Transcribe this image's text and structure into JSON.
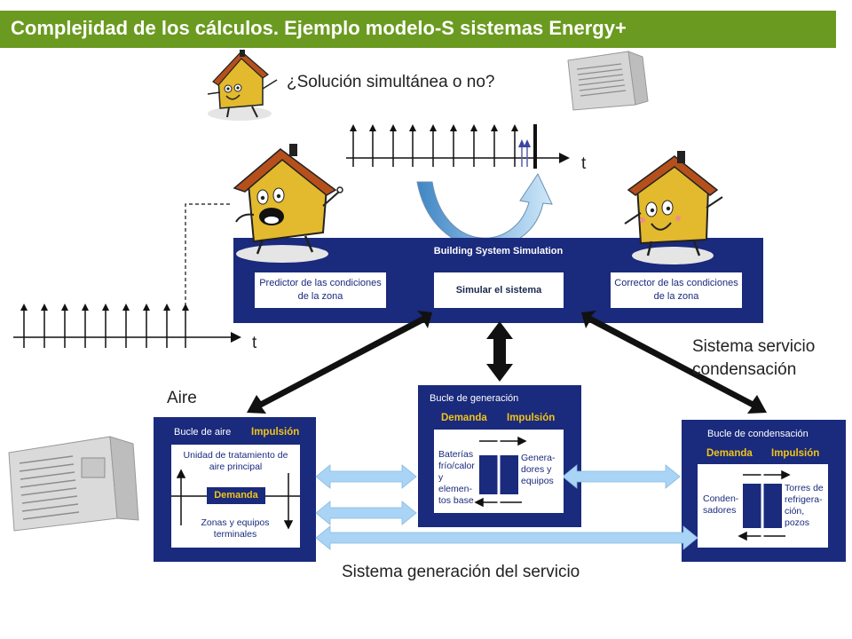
{
  "title": "Complejidad de los cálculos. Ejemplo modelo-S sistemas Energy+",
  "question": "¿Solución simultánea o no?",
  "time_label": "t",
  "bss": {
    "title": "Building System Simulation",
    "predictor": "Predictor de las condiciones de la zona",
    "simulate": "Simular el sistema",
    "corrector": "Corrector de las condiciones de la zona"
  },
  "labels": {
    "aire": "Aire",
    "servicio_condensacion": "Sistema servicio condensación",
    "generacion_servicio": "Sistema generación del servicio"
  },
  "air_loop": {
    "title": "Bucle de aire",
    "impulsion": "Impulsión",
    "unit": "Unidad de tratamiento de aire principal",
    "demanda": "Demanda",
    "zones": "Zonas y equipos terminales"
  },
  "gen_loop": {
    "title": "Bucle de generación",
    "demanda": "Demanda",
    "impulsion": "Impulsión",
    "left": "Baterías frío/calor y elemen- tos base",
    "right": "Genera- dores y equipos"
  },
  "cond_loop": {
    "title": "Bucle de condensación",
    "demanda": "Demanda",
    "impulsion": "Impulsión",
    "left": "Conden- sadores",
    "right": "Torres de refrigera- ción, pozos"
  },
  "colors": {
    "title_bar": "#6a9a1f",
    "panel": "#1a2a7c",
    "accent_text": "#f0c419",
    "link_arrow": "#a9d4f5",
    "house": "#e3b92e",
    "roof": "#b5501c"
  },
  "icons": [
    "house-character-icon",
    "air-conditioner-icon",
    "time-axis-icon",
    "curved-arrow-icon"
  ]
}
